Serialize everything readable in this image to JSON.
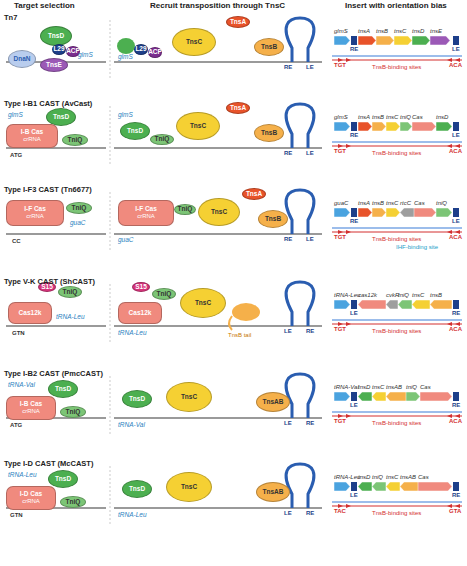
{
  "diagram": {
    "nodes": [
      {
        "text": [
          "TnsD"
        ]
      },
      {
        "text": [
          "L29"
        ]
      },
      {
        "text": [
          "ACP"
        ]
      },
      {
        "text": [
          "DnaN"
        ]
      },
      {
        "text": [
          "TnsE"
        ]
      },
      {
        "text": [
          "L29"
        ]
      },
      {
        "text": [
          "ACP"
        ]
      },
      {
        "text": [
          "TnsC"
        ]
      },
      {
        "text": [
          "TnsA"
        ]
      },
      {
        "text": [
          "TnsB"
        ]
      },
      {
        "text": [
          "glmS"
        ]
      },
      {
        "text": [
          "tnsA"
        ]
      },
      {
        "text": [
          "tnsB"
        ]
      },
      {
        "text": [
          "tnsC"
        ]
      },
      {
        "text": [
          "tnsD"
        ]
      },
      {
        "text": [
          "tnsE"
        ]
      },
      {
        "text": [
          "TnsD"
        ]
      },
      {
        "text": [
          "I-B Cas",
          "crRNA"
        ]
      },
      {
        "text": [
          "TniQ"
        ]
      },
      {
        "text": [
          "TnsD"
        ]
      },
      {
        "text": [
          "TniQ"
        ]
      },
      {
        "text": [
          "TnsC"
        ]
      },
      {
        "text": [
          "TnsA"
        ]
      },
      {
        "text": [
          "TnsB"
        ]
      },
      {
        "text": [
          "glmS"
        ]
      },
      {
        "text": [
          "tnsA"
        ]
      },
      {
        "text": [
          "tnsB"
        ]
      },
      {
        "text": [
          "tnsC"
        ]
      },
      {
        "text": [
          "tniQ"
        ]
      },
      {
        "text": [
          "Cas"
        ]
      },
      {
        "text": [
          "tnsD"
        ]
      },
      {
        "text": [
          "I-F Cas",
          "crRNA"
        ]
      },
      {
        "text": [
          "TniQ"
        ]
      },
      {
        "text": [
          "I-F Cas",
          "crRNA"
        ]
      },
      {
        "text": [
          "TniQ"
        ]
      },
      {
        "text": [
          "TnsC"
        ]
      },
      {
        "text": [
          "TnsA"
        ]
      },
      {
        "text": [
          "TnsB"
        ]
      },
      {
        "text": [
          "guaC"
        ]
      },
      {
        "text": [
          "tnsA"
        ]
      },
      {
        "text": [
          "tnsB"
        ]
      },
      {
        "text": [
          "tnsC"
        ]
      },
      {
        "text": [
          "rtcC"
        ]
      },
      {
        "text": [
          "Cas"
        ]
      },
      {
        "text": [
          "tniQ"
        ]
      },
      {
        "text": [
          "S15"
        ]
      },
      {
        "text": [
          "TniQ"
        ]
      },
      {
        "text": [
          "Cas12k"
        ]
      },
      {
        "text": [
          "S15"
        ]
      },
      {
        "text": [
          "TniQ"
        ]
      },
      {
        "text": [
          "Cas12k"
        ]
      },
      {
        "text": [
          "TnsC"
        ]
      },
      {
        "text": [
          "tRNA-Leu"
        ]
      },
      {
        "text": [
          "cas12k"
        ]
      },
      {
        "text": [
          "cvkR"
        ]
      },
      {
        "text": [
          "tniQ"
        ]
      },
      {
        "text": [
          "tnsC"
        ]
      },
      {
        "text": [
          "tnsB"
        ]
      },
      {
        "text": [
          "TnsD"
        ]
      },
      {
        "text": [
          "I-B Cas",
          "crRNA"
        ]
      },
      {
        "text": [
          "TniQ"
        ]
      },
      {
        "text": [
          "TnsD"
        ]
      },
      {
        "text": [
          "TnsC"
        ]
      },
      {
        "text": [
          "TnsAB"
        ]
      },
      {
        "text": [
          "tRNA-Val"
        ]
      },
      {
        "text": [
          "tnsD"
        ]
      },
      {
        "text": [
          "tnsC"
        ]
      },
      {
        "text": [
          "tnsAB"
        ]
      },
      {
        "text": [
          "tniQ"
        ]
      },
      {
        "text": [
          "Cas"
        ]
      },
      {
        "text": [
          "TnsD"
        ]
      },
      {
        "text": [
          "I-D Cas",
          "crRNA"
        ]
      },
      {
        "text": [
          "TniQ"
        ]
      },
      {
        "text": [
          "TnsD"
        ]
      },
      {
        "text": [
          "TnsC"
        ]
      },
      {
        "text": [
          "TnsAB"
        ]
      },
      {
        "text": [
          "tRNA-Leu"
        ]
      },
      {
        "text": [
          "tnsD"
        ]
      },
      {
        "text": [
          "tniQ"
        ]
      },
      {
        "text": [
          "tnsC"
        ]
      },
      {
        "text": [
          "tnsAB"
        ]
      },
      {
        "text": [
          "Cas"
        ]
      }
    ],
    "labels": [
      "Target selection",
      "Recruit transposition through TnsC",
      "Insert with orientation bias",
      "Tn7",
      "glmS",
      "glmS",
      "RE",
      "LE",
      "RE",
      "LE",
      "TGT",
      "TnsB-binding sites",
      "ACA",
      "Type I-B1 CAST (AvCast)",
      "glmS",
      "ATG",
      "glmS",
      "RE",
      "LE",
      "RE",
      "LE",
      "TGT",
      "TnsB-binding sites",
      "ACA",
      "Type I-F3 CAST (Tn6677)",
      "guaC",
      "CC",
      "guaC",
      "RE",
      "LE",
      "RE",
      "LE",
      "TGT",
      "TnsB-binding sites",
      "IHF-binding site",
      "ACA",
      "Type V-K CAST (ShCAST)",
      "tRNA-Leu",
      "GTN",
      "tRNA-Leu",
      "TnsB tail",
      "LE",
      "RE",
      "LE",
      "RE",
      "TGT",
      "TnsB-binding sites",
      "ACA",
      "Type I-B2 CAST (PmcCAST)",
      "tRNA-Val",
      "ATG",
      "tRNA-Val",
      "LE",
      "RE",
      "LE",
      "RE",
      "TGT",
      "TnsB-binding sites",
      "ACA",
      "Type I-D CAST (McCAST)",
      "tRNA-Leu",
      "GTN",
      "tRNA-Leu",
      "LE",
      "RE",
      "LE",
      "RE",
      "TAC",
      "TnsB-binding sites",
      "GTA"
    ]
  }
}
